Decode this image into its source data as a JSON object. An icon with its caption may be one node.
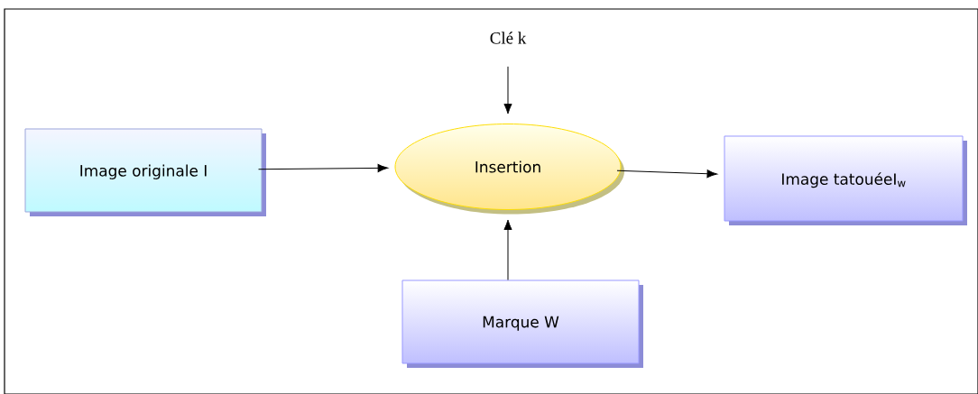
{
  "diagram": {
    "nodes": [
      {
        "text": [
          "Image originale I"
        ]
      },
      {
        "text": [
          "Insertion"
        ]
      },
      {
        "text": [
          "Image tatouéeI$_{w}$"
        ]
      },
      {
        "text": [
          "Marque W"
        ]
      },
      {
        "text": [
          "Clé k"
        ]
      }
    ],
    "edges": [
      {
        "from": 0,
        "to": 1,
        "arrow": "to"
      },
      {
        "from": 1,
        "to": 2,
        "arrow": "to"
      },
      {
        "from": 3,
        "to": 1,
        "arrow": "to"
      },
      {
        "from": 4,
        "to": 1,
        "arrow": "to"
      }
    ]
  }
}
